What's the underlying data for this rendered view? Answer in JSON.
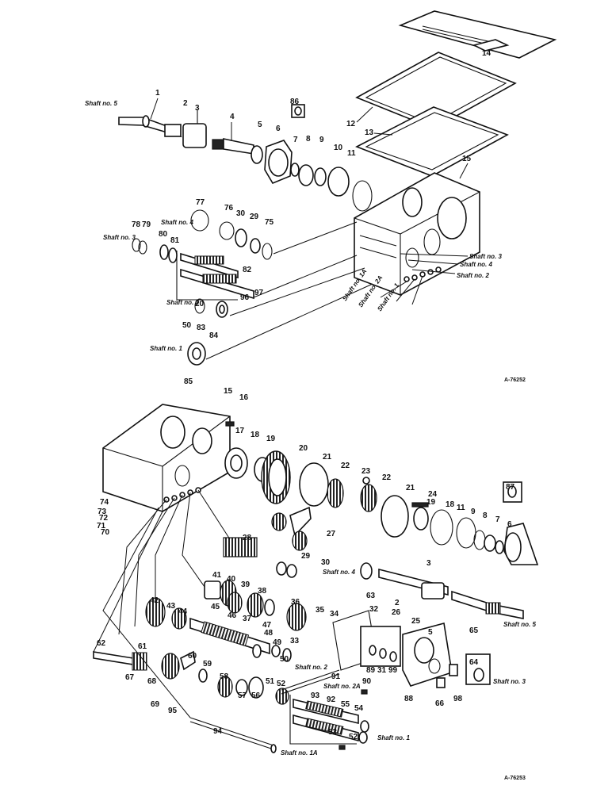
{
  "top": {
    "drawing_number": "A-76252",
    "callouts": [
      "1",
      "2",
      "3",
      "4",
      "5",
      "6",
      "7",
      "8",
      "9",
      "10",
      "11",
      "12",
      "13",
      "14",
      "15",
      "86",
      "77",
      "76",
      "30",
      "29",
      "75",
      "78",
      "79",
      "80",
      "81",
      "82",
      "96",
      "97",
      "20",
      "50",
      "83",
      "84",
      "85"
    ],
    "shaft_labels": {
      "s5": "Shaft no. 5",
      "s4": "Shaft no. 4",
      "s3": "Shaft no. 3",
      "s2": "Shaft no. 2",
      "s1": "Shaft no. 1",
      "r3": "Shaft no. 3",
      "r4": "Shaft no. 4",
      "r2": "Shaft no. 2",
      "r1a": "Shaft no. 1A",
      "r2a": "Shaft no. 2A",
      "r1": "Shaft no. 1"
    }
  },
  "bottom": {
    "drawing_number": "A-76253",
    "callouts": [
      "15",
      "16",
      "17",
      "18",
      "19",
      "20",
      "21",
      "22",
      "23",
      "22",
      "21",
      "24",
      "19",
      "18",
      "11",
      "9",
      "8",
      "7",
      "6",
      "87",
      "74",
      "73",
      "72",
      "71",
      "70",
      "28",
      "27",
      "29",
      "30",
      "3",
      "41",
      "40",
      "39",
      "38",
      "36",
      "35",
      "34",
      "32",
      "42",
      "43",
      "44",
      "45",
      "46",
      "37",
      "47",
      "48",
      "49",
      "50",
      "33",
      "26",
      "2",
      "25",
      "5",
      "65",
      "63",
      "62",
      "61",
      "60",
      "59",
      "58",
      "57",
      "56",
      "51",
      "52",
      "91",
      "90",
      "89",
      "31",
      "99",
      "88",
      "98",
      "64",
      "66",
      "67",
      "68",
      "69",
      "95",
      "94",
      "93",
      "92",
      "55",
      "54",
      "53",
      "52"
    ],
    "shaft_labels": {
      "s4": "Shaft no. 4",
      "s5": "Shaft no. 5",
      "s2": "Shaft no. 2",
      "s2a": "Shaft no. 2A",
      "s3": "Shaft no. 3",
      "s1a": "Shaft no. 1A",
      "s1": "Shaft no. 1"
    }
  }
}
